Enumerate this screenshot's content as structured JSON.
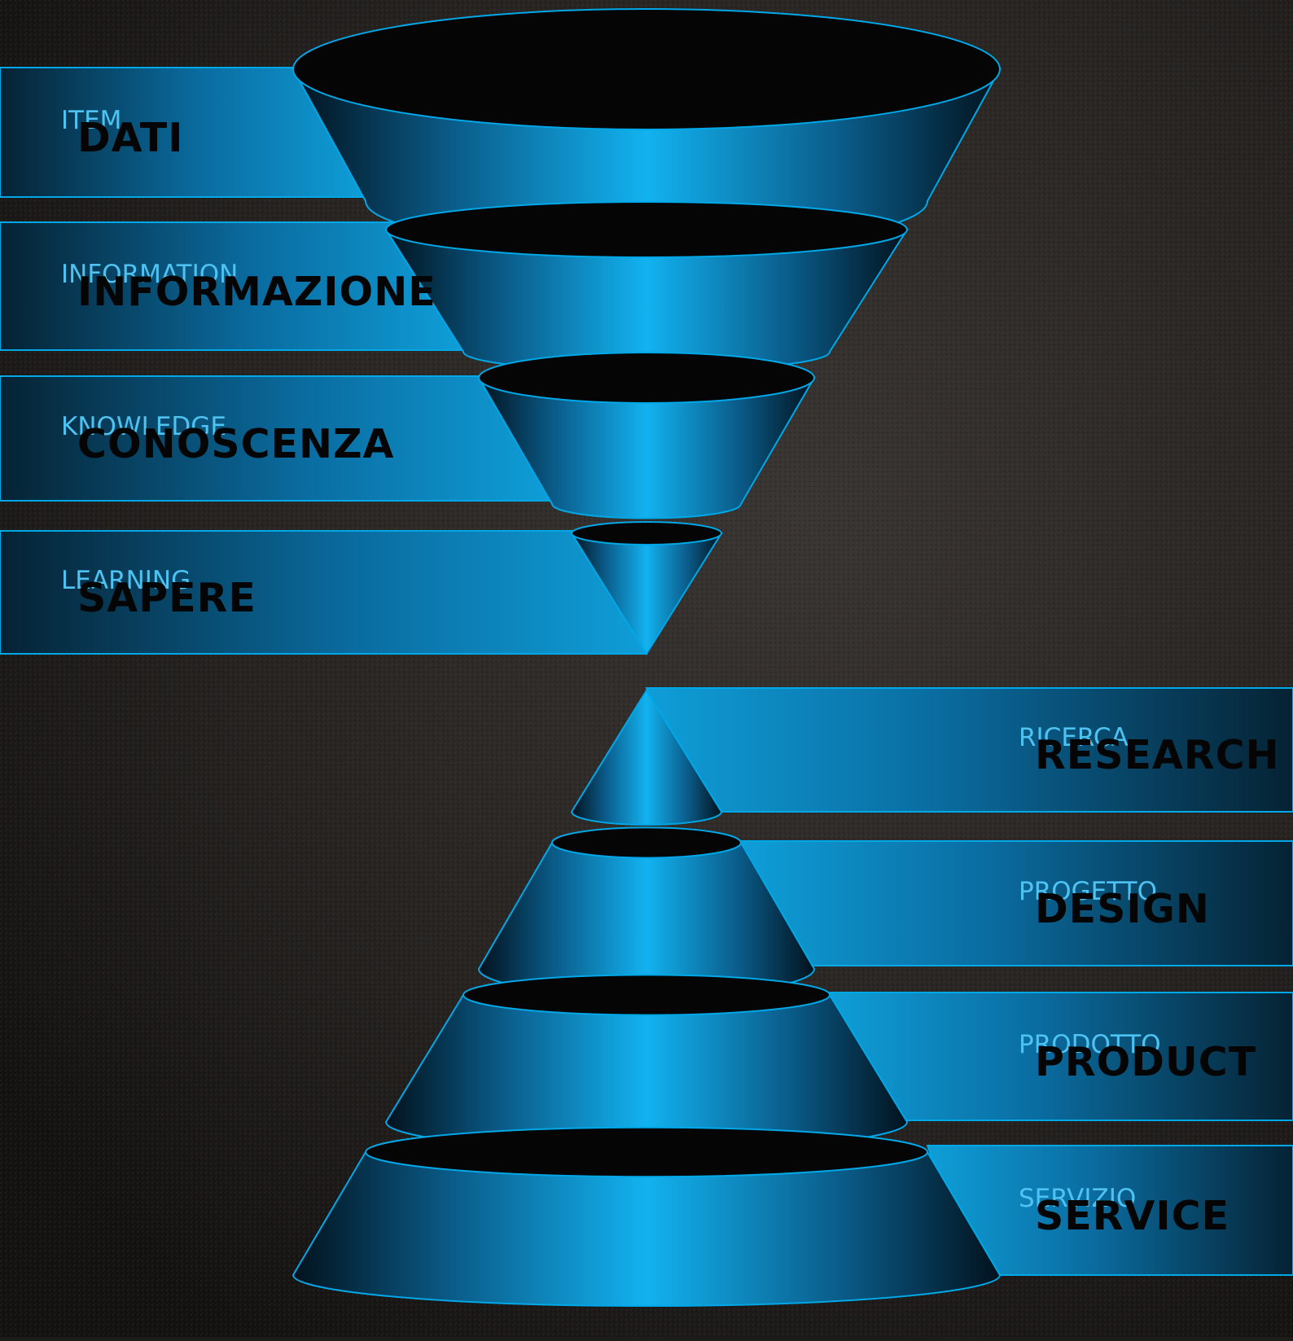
{
  "colors": {
    "background": "#1e1c1b",
    "accent": "#00a8e8",
    "band_dark": "#062233",
    "cone_dark": "#02121d",
    "cone_light": "#12b2f0",
    "opening": "#050506",
    "main_text": "#050505",
    "sub_text": "#4ec3f2"
  },
  "upper_funnel": [
    {
      "sub": "ITEM",
      "main": "DATI"
    },
    {
      "sub": "INFORMATION",
      "main": "INFORMAZIONE"
    },
    {
      "sub": "KNOWLEDGE",
      "main": "CONOSCENZA"
    },
    {
      "sub": "LEARNING",
      "main": "SAPERE"
    }
  ],
  "lower_pyramid": [
    {
      "sub": "RICERCA",
      "main": "RESEARCH"
    },
    {
      "sub": "PROGETTO",
      "main": "DESIGN"
    },
    {
      "sub": "PRODOTTO",
      "main": "PRODUCT"
    },
    {
      "sub": "SERVIZIO",
      "main": "SERVICE"
    }
  ]
}
